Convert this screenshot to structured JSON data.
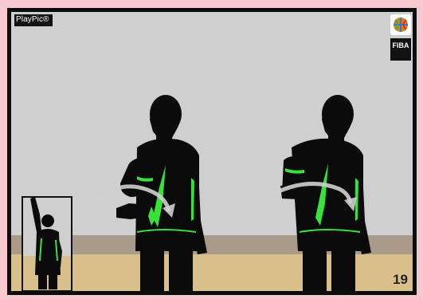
{
  "brand": {
    "label": "PlayPic®"
  },
  "logo": {
    "text": "FIBA"
  },
  "page": {
    "number": "19"
  },
  "colors": {
    "wall": "#cfcfcf",
    "floor": "#d9c08a",
    "baseboard": "#a99a89",
    "silhouette": "#0b0b0b",
    "accent": "#39e23a",
    "arrow": "#c8c8c8"
  },
  "icons": [
    "fiba-ball-icon",
    "rotation-arrow-icon"
  ]
}
